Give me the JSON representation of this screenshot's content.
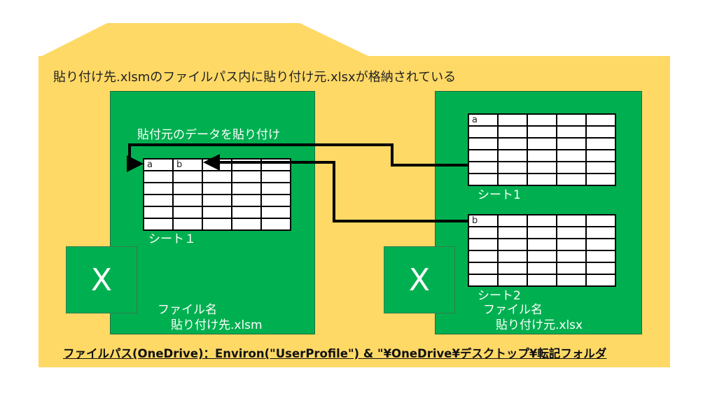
{
  "folder": {
    "title": "貼り付け先.xlsmのファイルパス内に貼り付け元.xlsxが格納されている",
    "path_label": "ファイルパス(OneDrive)：Environ(\"UserProfile\") & \"¥OneDrive¥デスクトップ¥転記フォルダ"
  },
  "dest_workbook": {
    "action_label": "貼付元のデータを貼り付け",
    "sheet_label": "シート１",
    "file_label_prefix": "ファイル名",
    "file_name": "貼り付け先.xlsm",
    "icon_letter": "X",
    "grid_rows": [
      [
        "a",
        "b",
        "",
        "",
        ""
      ],
      [
        "",
        "",
        "",
        "",
        ""
      ],
      [
        "",
        "",
        "",
        "",
        ""
      ],
      [
        "",
        "",
        "",
        "",
        ""
      ],
      [
        "",
        "",
        "",
        "",
        ""
      ],
      [
        "",
        "",
        "",
        "",
        ""
      ]
    ]
  },
  "source_workbook": {
    "sheet1_label": "シート1",
    "sheet2_label": "シート2",
    "file_label_prefix": "ファイル名",
    "file_name": "貼り付け元.xlsx",
    "icon_letter": "X",
    "sheet1_rows": [
      [
        "a",
        "",
        "",
        "",
        ""
      ],
      [
        "",
        "",
        "",
        "",
        ""
      ],
      [
        "",
        "",
        "",
        "",
        ""
      ],
      [
        "",
        "",
        "",
        "",
        ""
      ],
      [
        "",
        "",
        "",
        "",
        ""
      ],
      [
        "",
        "",
        "",
        "",
        ""
      ]
    ],
    "sheet2_rows": [
      [
        "b",
        "",
        "",
        "",
        ""
      ],
      [
        "",
        "",
        "",
        "",
        ""
      ],
      [
        "",
        "",
        "",
        "",
        ""
      ],
      [
        "",
        "",
        "",
        "",
        ""
      ],
      [
        "",
        "",
        "",
        "",
        ""
      ],
      [
        "",
        "",
        "",
        "",
        ""
      ]
    ]
  },
  "colors": {
    "folder": "#ffd966",
    "workbook": "#00b050",
    "arrow": "#000000"
  }
}
